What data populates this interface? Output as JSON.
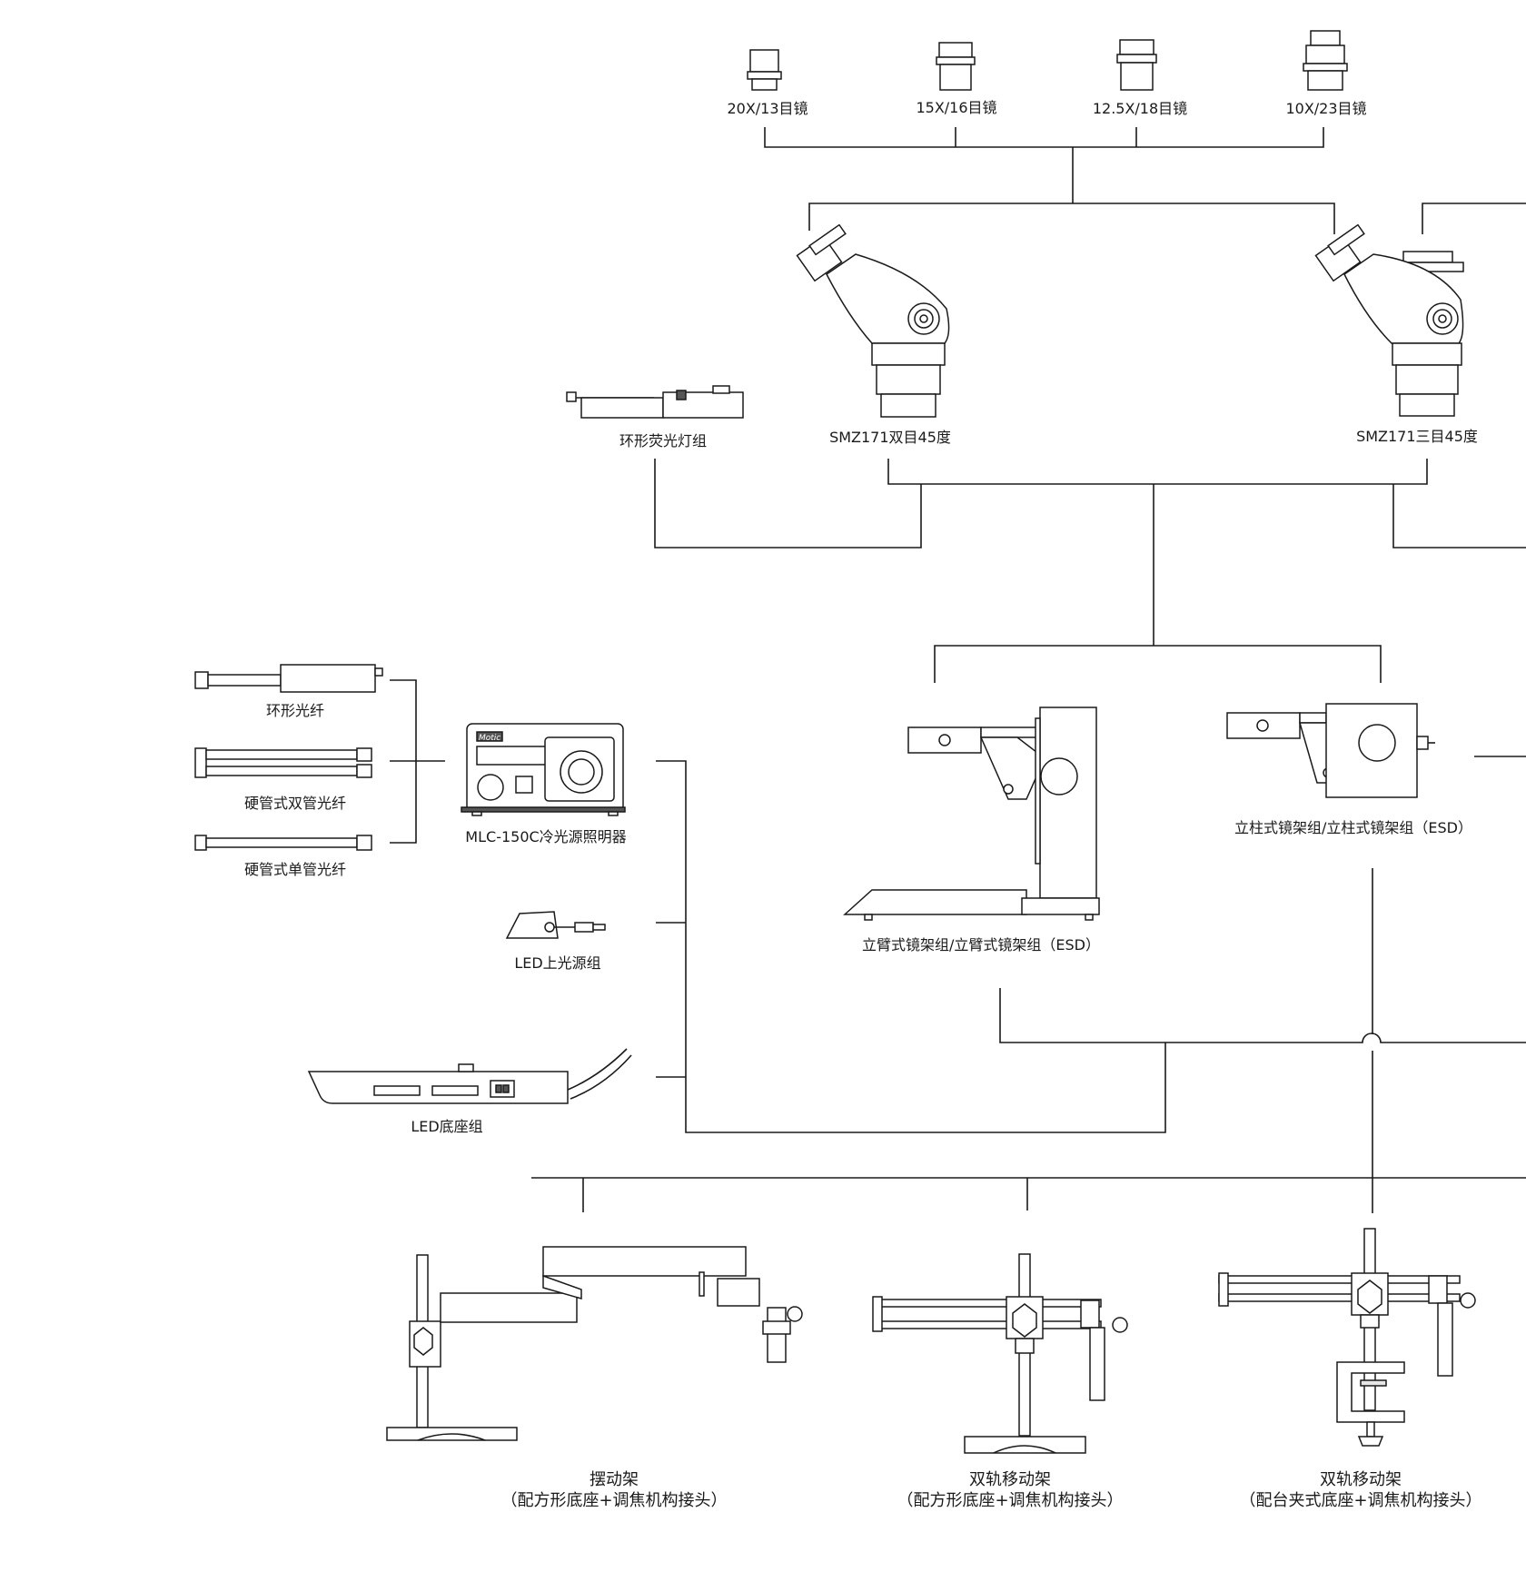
{
  "eyepieces": {
    "e20": "20X/13目镜",
    "e15": "15X/16目镜",
    "e125": "12.5X/18目镜",
    "e10": "10X/23目镜"
  },
  "heads": {
    "binocular": "SMZ171双目45度",
    "trinocular": "SMZ171三目45度"
  },
  "ring_fluorescent": "环形荧光灯组",
  "fibers": {
    "ring": "环形光纤",
    "double": "硬管式双管光纤",
    "single": "硬管式单管光纤"
  },
  "cold_light": {
    "label": "MLC-150C冷光源照明器",
    "brand": "Motic"
  },
  "led_top": "LED上光源组",
  "led_base": "LED底座组",
  "stands": {
    "arm": "立臂式镜架组/立臂式镜架组（ESD）",
    "pillar": "立柱式镜架组/立柱式镜架组（ESD）"
  },
  "booms": {
    "swing": {
      "line1": "摆动架",
      "line2": "（配方形底座+调焦机构接头）"
    },
    "dual_square": {
      "line1": "双轨移动架",
      "line2": "（配方形底座+调焦机构接头）"
    },
    "dual_clamp": {
      "line1": "双轨移动架",
      "line2": "（配台夹式底座+调焦机构接头）"
    }
  }
}
